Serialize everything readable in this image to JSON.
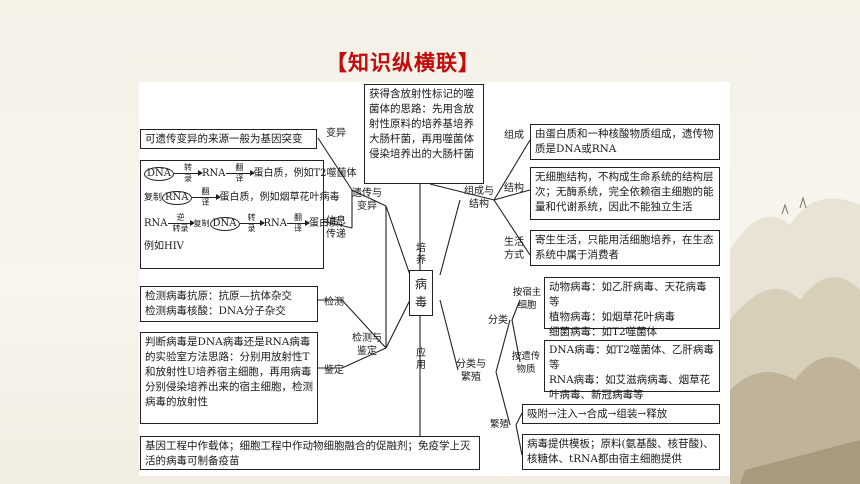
{
  "title": "【知识纵横联】",
  "center": {
    "top": "培养",
    "core1": "病",
    "core2": "毒",
    "bottom": "应用"
  },
  "top_box": "获得含放射性标记的噬菌体的思路：先用含放射性原料的培养基培养大肠杆菌，再用噬菌体侵染培养出的大肠杆菌",
  "left": {
    "heredity_branch": "遗传与变异",
    "variation": "变异",
    "info_transfer": "信息传递",
    "variation_box": "可遗传变异的来源一般为基因突变",
    "flow1": {
      "dna": "DNA",
      "t1": "转",
      "b1": "录",
      "rna": "RNA",
      "t2": "翻",
      "b2": "译",
      "tail": "蛋白质，例如T2噬菌体"
    },
    "flow2": {
      "lead": "复制",
      "rna": "RNA",
      "t2": "翻",
      "b2": "译",
      "tail": "蛋白质，例如烟草花叶病毒"
    },
    "flow3": {
      "rna": "RNA",
      "t0": "逆",
      "b0": "转录",
      "copy": "复制",
      "dna": "DNA",
      "t1": "转",
      "b1": "录",
      "rna2": "RNA",
      "t2": "翻",
      "b2": "译",
      "tail": "蛋白质，",
      "tail2": "例如HIV"
    },
    "detect_branch": "检测与鉴定",
    "detect": "检测",
    "identify": "鉴定",
    "detect_box": [
      "检测病毒抗原：抗原—抗体杂交",
      "检测病毒核酸：DNA分子杂交"
    ],
    "identify_box": "判断病毒是DNA病毒还是RNA病毒的实验室方法思路：分别用放射性T和放射性U培养宿主细胞，再用病毒分别侵染培养出来的宿主细胞，检测病毒的放射性",
    "application_box": "基因工程中作载体；细胞工程中作动物细胞融合的促融剂；免疫学上灭活的病毒可制备疫苗"
  },
  "right": {
    "comp_branch": "组成与结构",
    "composition": "组成",
    "structure": "结构",
    "lifestyle": "生活方式",
    "composition_box": "由蛋白质和一种核酸物质组成，遗传物质是DNA或RNA",
    "structure_box": "无细胞结构，不构成生命系统的结构层次；无酶系统，完全依赖宿主细胞的能量和代谢系统，因此不能独立生活",
    "lifestyle_box": "寄生生活，只能用活细胞培养，在生态系统中属于消费者",
    "class_branch": "分类与繁殖",
    "classify": "分类",
    "by_host": "按宿主细胞",
    "by_material": "按遗传物质",
    "host_box": [
      "动物病毒：如乙肝病毒、天花病毒等",
      "植物病毒：如烟草花叶病毒",
      "细菌病毒：如T2噬菌体"
    ],
    "material_box": [
      "DNA病毒：如T2噬菌体、乙肝病毒等",
      "RNA病毒：如艾滋病病毒、烟草花叶病毒、新冠病毒等"
    ],
    "reproduce": "繁殖",
    "steps_box": "吸附→注入→合成→组装→释放",
    "template_box": "病毒提供模板；原料(氨基酸、核苷酸)、核糖体、tRNA都由宿主细胞提供"
  },
  "colors": {
    "title": "#c40a0a",
    "line": "#222222"
  }
}
